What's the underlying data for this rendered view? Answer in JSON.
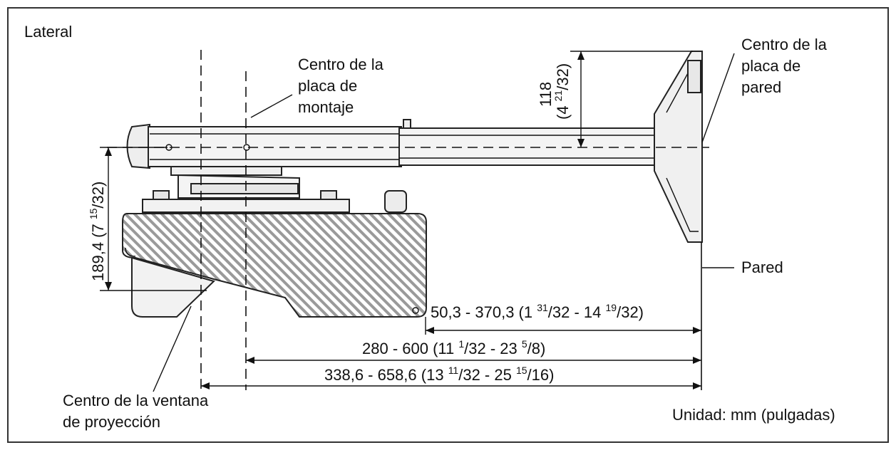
{
  "title": "Lateral",
  "labels": {
    "mount_center": [
      "Centro de la",
      "placa de",
      "montaje"
    ],
    "wall_plate_center": [
      "Centro de la",
      "placa de",
      "pared"
    ],
    "wall": "Pared",
    "window_center": [
      "Centro de  la ventana",
      "de proyección"
    ],
    "unit": "Unidad: mm (pulgadas)"
  },
  "dimensions": {
    "vertical_118": {
      "main": "118",
      "paren_open": "(4 ",
      "sup": "21",
      "sub": "/32)"
    },
    "vertical_189": {
      "main": "189,4 (7 ",
      "sup": "15",
      "sub": "/32)"
    },
    "dim_50": {
      "a": "50,3 - 370,3 (1 ",
      "a_sup": "31",
      "a_sub": "/32 - 14 ",
      "b_sup": "19",
      "b_sub": "/32)"
    },
    "dim_280": {
      "a": "280 - 600 (11 ",
      "a_sup": "1",
      "a_sub": "/32 - 23 ",
      "b_sup": "5",
      "b_sub": "/8)"
    },
    "dim_338": {
      "a": "338,6 - 658,6 (13 ",
      "a_sup": "11",
      "a_sub": "/32 - 25 ",
      "b_sup": "15",
      "b_sub": "/16)"
    }
  },
  "colors": {
    "line": "#111111",
    "body": "#f2f2f2",
    "hatch": "#8a8a8a"
  }
}
